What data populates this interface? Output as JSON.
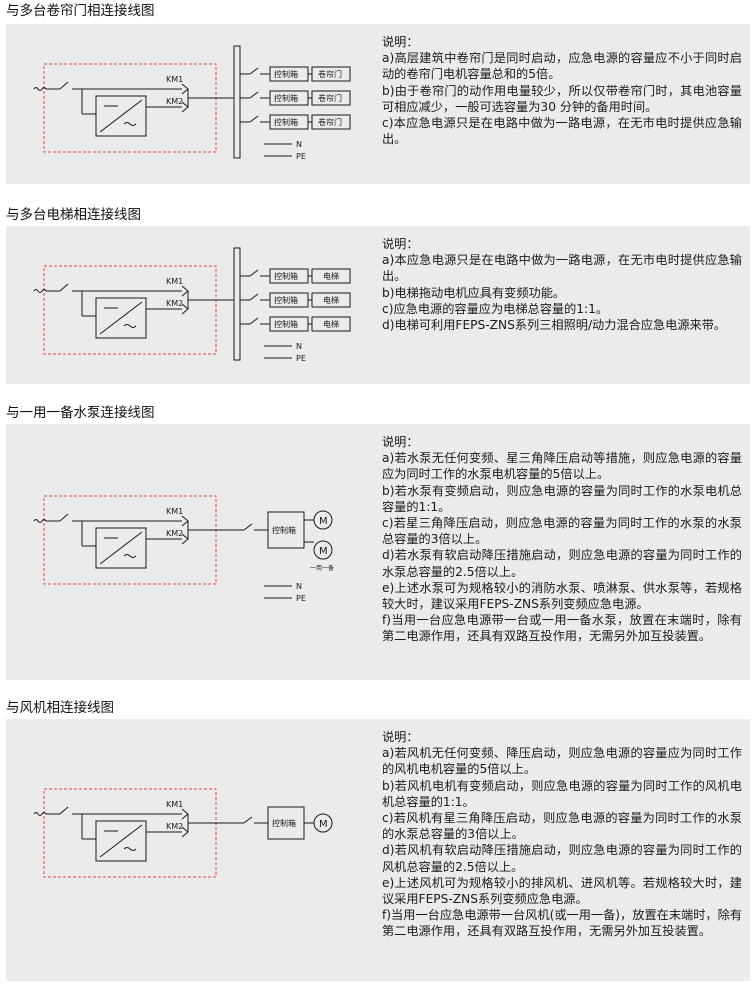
{
  "sections": [
    {
      "title": "与多台卷帘门相连接线图",
      "notes_heading": "说明：",
      "notes": [
        "a)高层建筑中卷帘门是同时启动，应急电源的容量应不小于同时启动的卷帘门电机容量总和的5倍。",
        "b)由于卷帘门的动作用电量较少，所以仅带卷帘门时，其电池容量可相应减少，一般可选容量为30 分钟的备用时间。",
        "c)本应急电源只是在电路中做为一路电源，在无市电时提供应急输出。"
      ],
      "diagram": {
        "km1": "KM1",
        "km2": "KM2",
        "n": "N",
        "pe": "PE",
        "loads": [
          {
            "ctrl": "控制箱",
            "load": "卷帘门"
          },
          {
            "ctrl": "控制箱",
            "load": "卷帘门"
          },
          {
            "ctrl": "控制箱",
            "load": "卷帘门"
          }
        ]
      }
    },
    {
      "title": "与多台电梯相连接线图",
      "notes_heading": "说明：",
      "notes": [
        "a)本应急电源只是在电路中做为一路电源，在无市电时提供应急输出。",
        "b)电梯拖动电机应具有变频功能。",
        "c)应急电源的容量应为电梯总容量的1:1。",
        "d)电梯可利用FEPS-ZNS系列三相照明/动力混合应急电源来带。"
      ],
      "diagram": {
        "km1": "KM1",
        "km2": "KM2",
        "n": "N",
        "pe": "PE",
        "loads": [
          {
            "ctrl": "控制箱",
            "load": "电梯"
          },
          {
            "ctrl": "控制箱",
            "load": "电梯"
          },
          {
            "ctrl": "控制箱",
            "load": "电梯"
          }
        ]
      }
    },
    {
      "title": "与一用一备水泵连接线图",
      "notes_heading": "说明：",
      "notes": [
        "a)若水泵无任何变频、星三角降压启动等措施，则应急电源的容量应为同时工作的水泵电机容量的5倍以上。",
        "b)若水泵有变频启动，则应急电源的容量为同时工作的水泵电机总容量的1:1。",
        "c)若星三角降压启动，则应急电源的容量为同时工作的水泵的水泵总容量的3倍以上。",
        "d)若水泵有软启动降压措施启动，则应急电源的容量为同时工作的水泵总容量的2.5倍以上。",
        "e)上述水泵可为规格较小的消防水泵、喷淋泵、供水泵等，若规格较大时，建议采用FEPS-ZNS系列变频应急电源。",
        "f)当用一台应急电源带一台或一用一备水泵，放置在末端时，除有第二电源作用，还具有双路互投作用，无需另外加互投装置。"
      ],
      "diagram": {
        "km1": "KM1",
        "km2": "KM2",
        "n": "N",
        "pe": "PE",
        "ctrl": "控制箱",
        "motor": "M",
        "motor_note": "一用一备"
      }
    },
    {
      "title": "与风机相连接线图",
      "notes_heading": "说明：",
      "notes": [
        "a)若风机无任何变频、降压启动，则应急电源的容量应为同时工作的风机电机容量的5倍以上。",
        "b)若风机电机有变频启动，则应急电源的容量为同时工作的风机电机总容量的1:1。",
        "c)若风机有星三角降压启动，则应急电源的容量为同时工作的水泵的水泵总容量的3倍以上。",
        "d)若风机有软启动降压措施启动，则应急电源的容量为同时工作的风机总容量的2.5倍以上。",
        "e)上述风机可为规格较小的排风机、进风机等。若规格较大时，建议采用FEPS-ZNS系列变频应急电源。",
        "f)当用一台应急电源带一台风机(或一用一备)，放置在末端时，除有第二电源作用，还具有双路互投作用，无需另外加互投装置。"
      ],
      "diagram": {
        "km1": "KM1",
        "km2": "KM2",
        "ctrl": "控制箱",
        "motor": "M"
      }
    }
  ],
  "colors": {
    "panel_bg": "#ebebeb",
    "dashed_box": "#e0483a",
    "line": "#1a1a1a"
  }
}
